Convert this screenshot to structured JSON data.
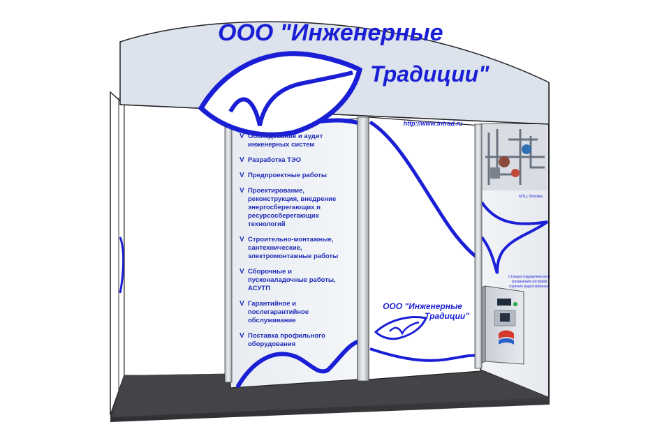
{
  "banner": {
    "line1": "ООО \"Инженерные",
    "line2": "Традиции\""
  },
  "website": "http://www.intrad.ru",
  "services": [
    {
      "lines": [
        "Обследование и аудит",
        "инженерных систем"
      ]
    },
    {
      "lines": [
        "Разработка ТЭО"
      ]
    },
    {
      "lines": [
        "Предпроектные работы"
      ]
    },
    {
      "lines": [
        "Проектирование,",
        "реконструкция, внедрение",
        "энергосберегающих и",
        "ресурсосберегающих",
        "технологий"
      ]
    },
    {
      "lines": [
        "Строительно-монтажные,",
        "сантехнические,",
        "электромонтажные работы"
      ]
    },
    {
      "lines": [
        "Сборочные и",
        "пусконаладочные работы,",
        "АСУТП"
      ]
    },
    {
      "lines": [
        "Гарантийное и",
        "послегарантийное",
        "обслуживание"
      ]
    },
    {
      "lines": [
        "Поставка профильного",
        "оборудования"
      ]
    }
  ],
  "service_bullet": "V",
  "center_panel": {
    "line1": "ООО \"Инженерные",
    "line2": "Традиции\""
  },
  "photo_caption": "МТЦ, Москва",
  "equipment_caption": [
    "Станция гидравлического",
    "управления системой",
    "горячего водоснабжения"
  ],
  "colors": {
    "brand_blue": "#1a1fd6",
    "banner_bg": "#dde3ec",
    "carpet": "#3e3e42",
    "wall": "#ffffff"
  }
}
